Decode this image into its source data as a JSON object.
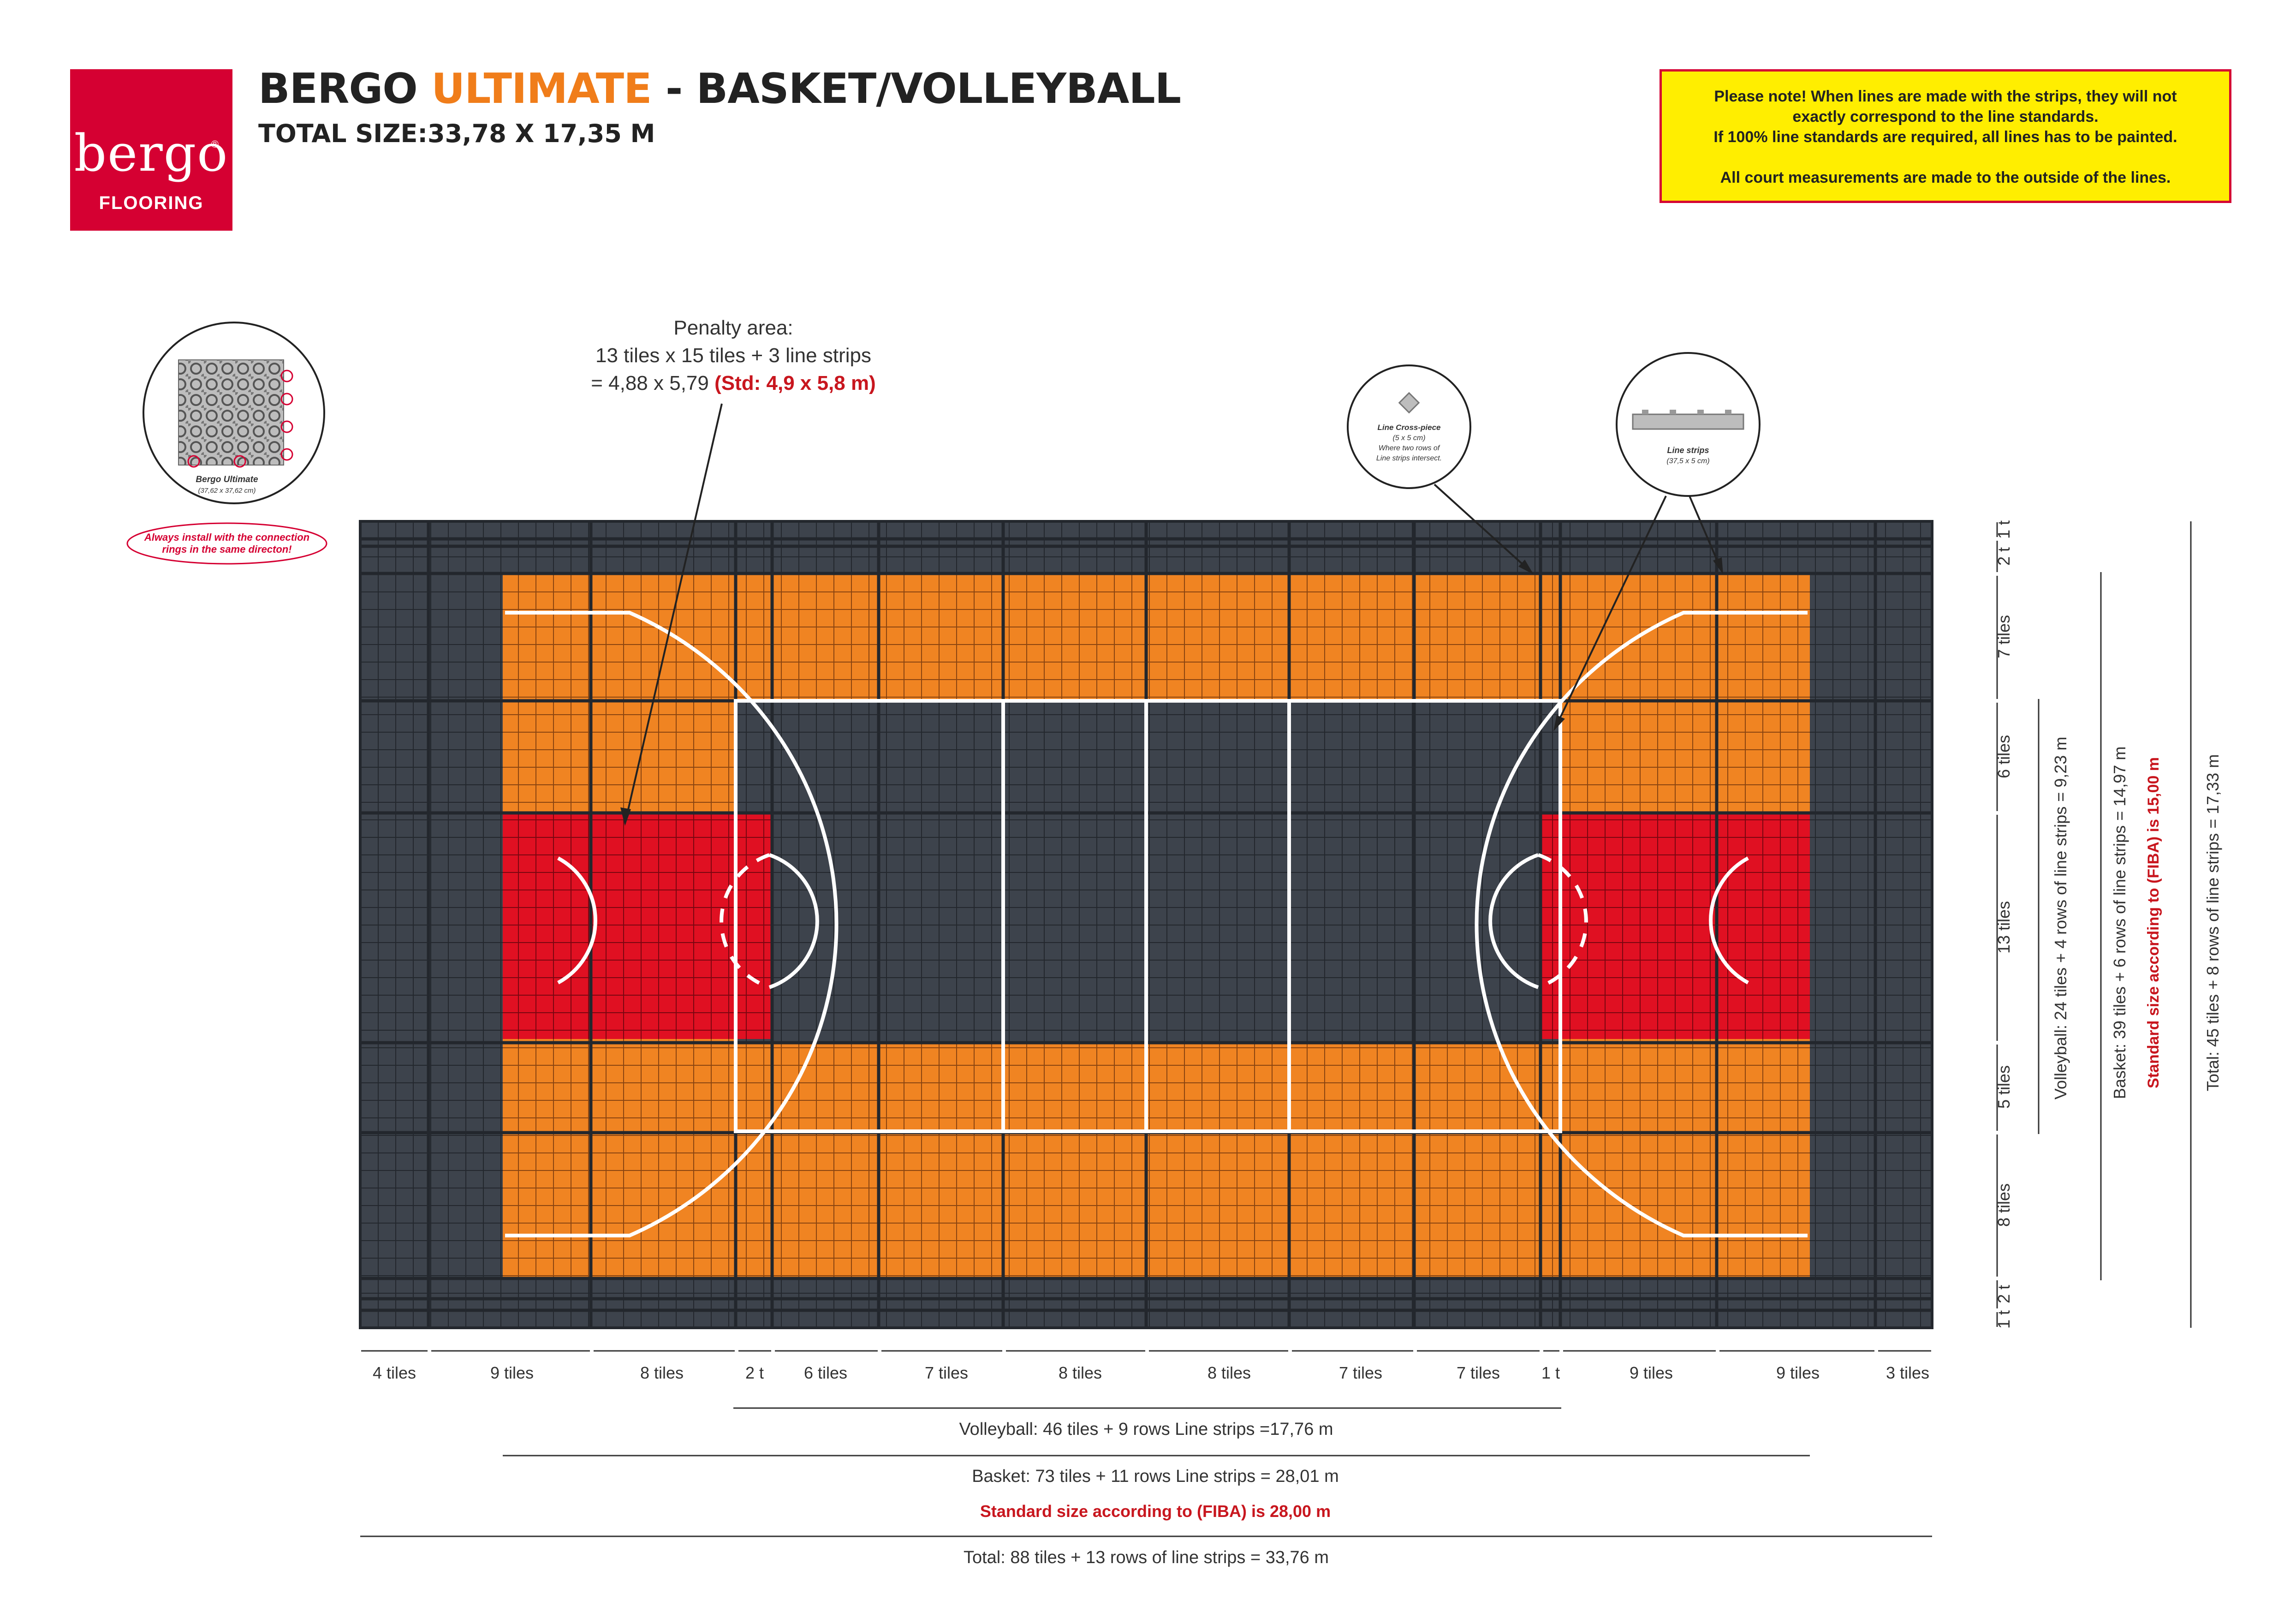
{
  "logo": {
    "word": "bergo",
    "registered": "®",
    "sub": "FLOORING"
  },
  "title": {
    "part1": "BERGO ",
    "highlight": "ULTIMATE",
    "part2": " - BASKET/VOLLEYBALL"
  },
  "subtitle": "TOTAL SIZE:33,78 X 17,35  M",
  "notice": [
    "Please note! When lines are made with the strips, they will not",
    "exactly correspond to the line standards.",
    "If 100% line standards are required, all lines has to be painted.",
    "",
    "All court measurements are made to the outside of the lines."
  ],
  "tile_callout": {
    "name": "Bergo Ultimate",
    "size": "(37,62 x 37,62 cm)"
  },
  "install_note": [
    "Always install with the connection",
    "rings in the same directon!"
  ],
  "penalty": {
    "line1": "Penalty area:",
    "line2": "13 tiles x 15 tiles + 3 line strips",
    "line3": "= 4,88 x 5,79 ",
    "std": "(Std: 4,9 x 5,8 m)"
  },
  "crosspiece": {
    "name": "Line Cross-piece",
    "size": "(5 x 5 cm)",
    "desc1": "Where two rows of",
    "desc2": "Line strips intersect."
  },
  "strips": {
    "name": "Line strips",
    "size": "(37,5 x 5 cm)"
  },
  "bottom_segments": [
    "4 tiles",
    "9 tiles",
    "8 tiles",
    "2 t",
    "6 tiles",
    "7 tiles",
    "8 tiles",
    "8 tiles",
    "7 tiles",
    "7 tiles",
    "1 t",
    "9 tiles",
    "9 tiles",
    "3 tiles"
  ],
  "right_segments": [
    "1 t",
    "2 t",
    "7 tiles",
    "6 tiles",
    "13 tiles",
    "5 tiles",
    "8 tiles",
    "2 t",
    "1 t"
  ],
  "dims": {
    "volley_h": "Volleyball: 46 tiles + 9 rows Line strips =17,76 m",
    "basket_h": "Basket: 73 tiles + 11 rows Line strips = 28,01 m",
    "fiba_h": "Standard size according to (FIBA) is 28,00 m",
    "total_h": "Total: 88 tiles + 13 rows of line strips = 33,76 m",
    "volley_v": "Volleyball: 24 tiles + 4 rows of line strips = 9,23 m",
    "basket_v": "Basket: 39 tiles + 6 rows of line strips = 14,97 m",
    "fiba_v": "Standard size according to (FIBA) is 15,00 m",
    "total_v": "Total: 45 tiles + 8 rows of line strips = 17,33 m"
  },
  "colors": {
    "dark": "#3d434c",
    "orange": "#f08422",
    "red": "#e01022",
    "brand": "#d50032",
    "notice": "#ffee00"
  }
}
